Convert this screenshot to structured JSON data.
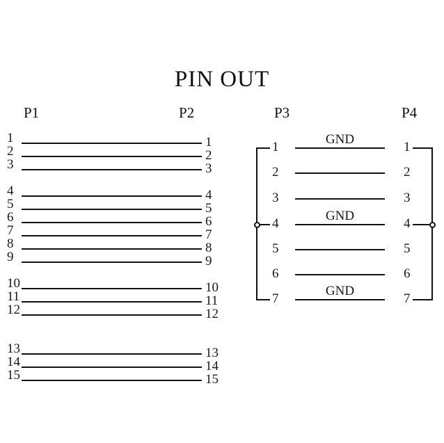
{
  "title": "PIN OUT",
  "groups": {
    "left": {
      "source_header": "P1",
      "target_header": "P2",
      "connections": [
        {
          "from": "1",
          "to": "1"
        },
        {
          "from": "2",
          "to": "2"
        },
        {
          "from": "3",
          "to": "3"
        },
        {
          "from": "4",
          "to": "4"
        },
        {
          "from": "5",
          "to": "5"
        },
        {
          "from": "6",
          "to": "6"
        },
        {
          "from": "7",
          "to": "7"
        },
        {
          "from": "8",
          "to": "8"
        },
        {
          "from": "9",
          "to": "9"
        },
        {
          "from": "10",
          "to": "10"
        },
        {
          "from": "11",
          "to": "11"
        },
        {
          "from": "12",
          "to": "12"
        },
        {
          "from": "13",
          "to": "13"
        },
        {
          "from": "14",
          "to": "14"
        },
        {
          "from": "15",
          "to": "15"
        }
      ]
    },
    "right": {
      "source_header": "P3",
      "target_header": "P4",
      "connections": [
        {
          "from": "1",
          "to": "1",
          "label": "GND"
        },
        {
          "from": "2",
          "to": "2",
          "label": ""
        },
        {
          "from": "3",
          "to": "3",
          "label": ""
        },
        {
          "from": "4",
          "to": "4",
          "label": "GND"
        },
        {
          "from": "5",
          "to": "5",
          "label": ""
        },
        {
          "from": "6",
          "to": "6",
          "label": ""
        },
        {
          "from": "7",
          "to": "7",
          "label": "GND"
        }
      ],
      "bracket_pins": [
        "1",
        "4",
        "7"
      ],
      "node_pins": [
        "4"
      ]
    }
  },
  "colors": {
    "ink": "#111111",
    "background": "#ffffff"
  }
}
